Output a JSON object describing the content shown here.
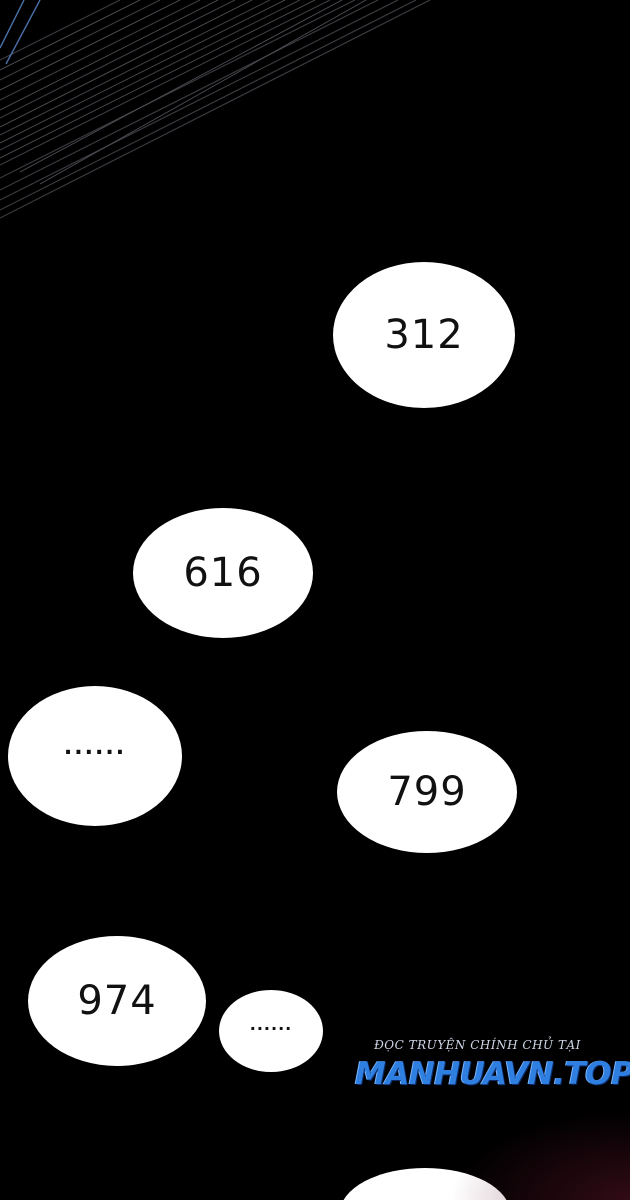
{
  "bubbles": [
    {
      "text": "312"
    },
    {
      "text": "616"
    },
    {
      "text": "......"
    },
    {
      "text": "799"
    },
    {
      "text": "974"
    },
    {
      "text": "......"
    }
  ],
  "watermark": {
    "tagline": "ĐỌC TRUYỆN CHÍNH CHỦ TẠI",
    "site": "MANHUAVN.TOP"
  }
}
